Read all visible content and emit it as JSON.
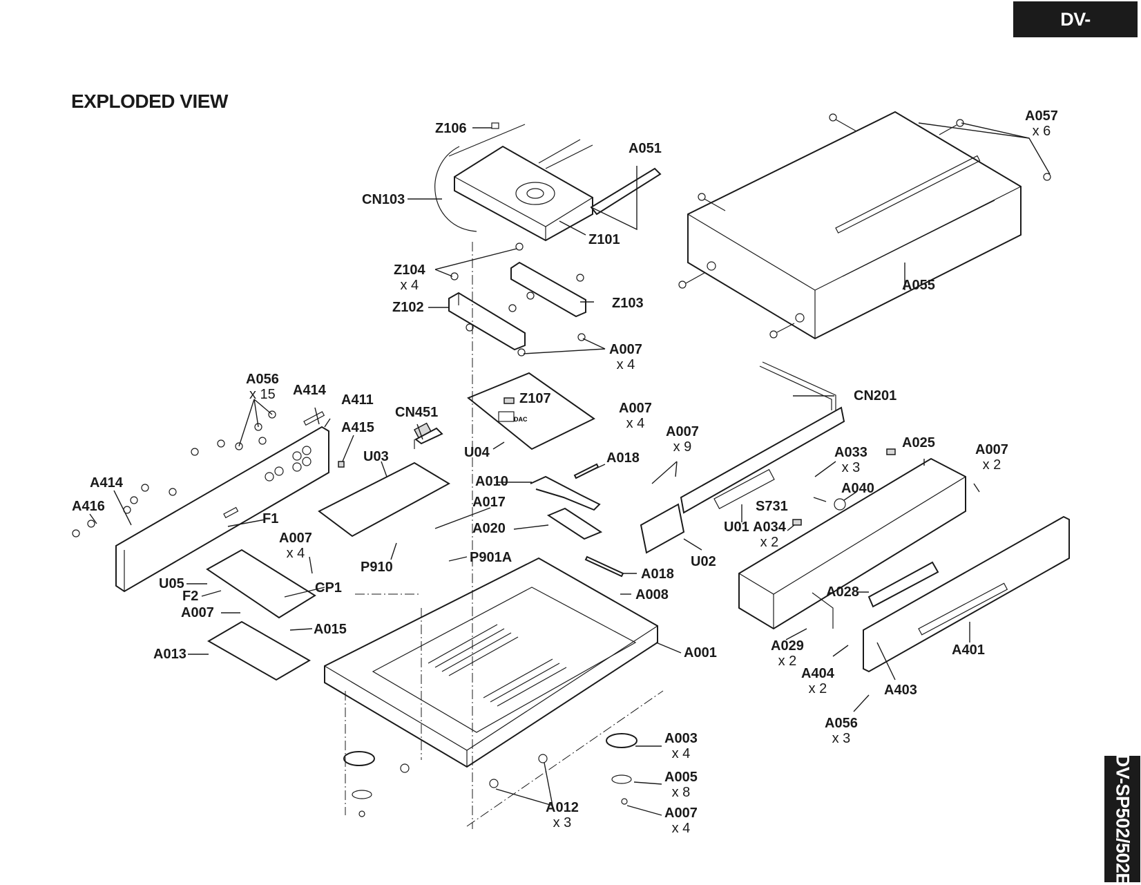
{
  "document": {
    "model": "DV-SP502/502E",
    "title": "EXPLODED VIEW",
    "board_marking": "DAC"
  },
  "labels": {
    "Z106": {
      "part": "Z106"
    },
    "CN103": {
      "part": "CN103"
    },
    "A051": {
      "part": "A051"
    },
    "Z101": {
      "part": "Z101"
    },
    "Z104": {
      "part": "Z104",
      "qty": "x 4"
    },
    "Z102": {
      "part": "Z102"
    },
    "Z103": {
      "part": "Z103"
    },
    "A007_a": {
      "part": "A007",
      "qty": "x 4"
    },
    "A057": {
      "part": "A057",
      "qty": "x 6"
    },
    "A055": {
      "part": "A055"
    },
    "Z107": {
      "part": "Z107"
    },
    "A007_b": {
      "part": "A007",
      "qty": "x 4"
    },
    "CN201": {
      "part": "CN201"
    },
    "A056_a": {
      "part": "A056",
      "qty": "x 15"
    },
    "A414_a": {
      "part": "A414"
    },
    "A411": {
      "part": "A411"
    },
    "A415": {
      "part": "A415"
    },
    "CN451": {
      "part": "CN451"
    },
    "U03": {
      "part": "U03"
    },
    "U04": {
      "part": "U04"
    },
    "A018_a": {
      "part": "A018"
    },
    "A010": {
      "part": "A010"
    },
    "A017": {
      "part": "A017"
    },
    "A020": {
      "part": "A020"
    },
    "A414_b": {
      "part": "A414"
    },
    "A416": {
      "part": "A416"
    },
    "F1": {
      "part": "F1"
    },
    "A007_c": {
      "part": "A007",
      "qty": "x 4"
    },
    "P910": {
      "part": "P910"
    },
    "P901A": {
      "part": "P901A"
    },
    "U05": {
      "part": "U05"
    },
    "F2": {
      "part": "F2"
    },
    "CP1": {
      "part": "CP1"
    },
    "A007_d": {
      "part": "A007"
    },
    "A015": {
      "part": "A015"
    },
    "A013": {
      "part": "A013"
    },
    "A018_b": {
      "part": "A018"
    },
    "A008": {
      "part": "A008"
    },
    "A001": {
      "part": "A001"
    },
    "A007_e": {
      "part": "A007",
      "qty": "x 9"
    },
    "A033": {
      "part": "A033",
      "qty": "x 3"
    },
    "A025": {
      "part": "A025"
    },
    "A007_f": {
      "part": "A007",
      "qty": "x 2"
    },
    "A040": {
      "part": "A040"
    },
    "S731": {
      "part": "S731"
    },
    "U01": {
      "part": "U01"
    },
    "A034": {
      "part": "A034",
      "qty": "x 2"
    },
    "U02": {
      "part": "U02"
    },
    "A028": {
      "part": "A028"
    },
    "A029": {
      "part": "A029",
      "qty": "x 2"
    },
    "A404": {
      "part": "A404",
      "qty": "x 2"
    },
    "A403": {
      "part": "A403"
    },
    "A401": {
      "part": "A401"
    },
    "A056_b": {
      "part": "A056",
      "qty": "x 3"
    },
    "A003": {
      "part": "A003",
      "qty": "x 4"
    },
    "A005": {
      "part": "A005",
      "qty": "x 8"
    },
    "A007_g": {
      "part": "A007",
      "qty": "x 4"
    },
    "A012": {
      "part": "A012",
      "qty": "x 3"
    }
  }
}
